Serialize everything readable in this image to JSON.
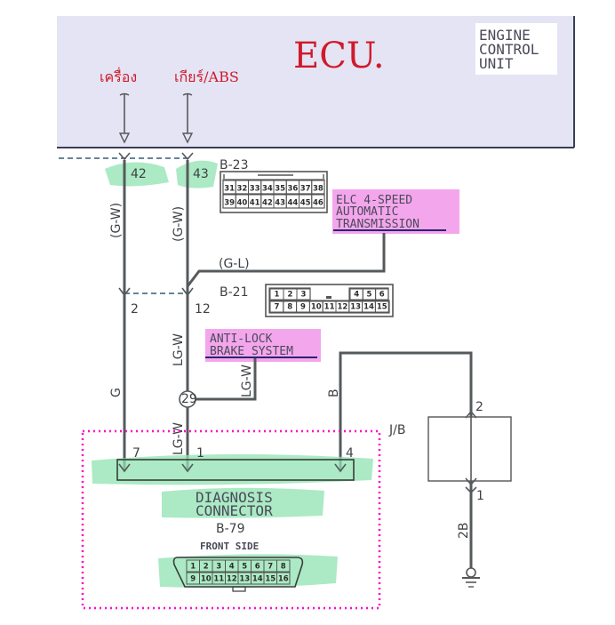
{
  "ecu": {
    "handwritten_title": "ECU.",
    "label_lines": [
      "ENGINE",
      "CONTROL",
      "UNIT"
    ],
    "annotation_left": "เครื่อง",
    "annotation_right": "เกียร์/ABS",
    "fill_color": "#e4e4f4",
    "annotation_color": "#d01a2a"
  },
  "connector_b23": {
    "id": "B-23",
    "row1": [
      "31",
      "32",
      "33",
      "34",
      "35",
      "36",
      "37",
      "38"
    ],
    "row2": [
      "39",
      "40",
      "41",
      "42",
      "43",
      "44",
      "45",
      "46"
    ],
    "pins_used": [
      "42",
      "43"
    ]
  },
  "connector_b21": {
    "id": "B-21",
    "row1_left": [
      "1",
      "2",
      "3"
    ],
    "row1_right": [
      "4",
      "5",
      "6"
    ],
    "row2": [
      "7",
      "8",
      "9",
      "10",
      "11",
      "12",
      "13",
      "14",
      "15"
    ],
    "pins_used": [
      "2",
      "12"
    ]
  },
  "modules": {
    "transmission": [
      "ELC 4-SPEED",
      "AUTOMATIC",
      "TRANSMISSION"
    ],
    "abs": [
      "ANTI-LOCK",
      "BRAKE SYSTEM"
    ],
    "highlight_color": "#f4a6ec"
  },
  "wires": {
    "left_upper": "(G-W)",
    "mid_upper": "(G-W)",
    "branch_transmission": "(G-L)",
    "left_lower": "G",
    "mid_lower": "LG-W",
    "mid_bottom": "LG-W",
    "abs_branch": "LG-W",
    "ground_feed": "B",
    "ground_lead": "2B"
  },
  "junction": {
    "splice_id": "29",
    "jb_label": "J/B",
    "jb_pin_top": "2",
    "jb_pin_bottom": "1"
  },
  "diagnosis_connector": {
    "title_lines": [
      "DIAGNOSIS",
      "CONNECTOR"
    ],
    "id": "B-79",
    "view": "FRONT SIDE",
    "pin_left": "7",
    "pin_mid": "1",
    "pin_right": "4",
    "row1": [
      "1",
      "2",
      "3",
      "4",
      "5",
      "6",
      "7",
      "8"
    ],
    "row2": [
      "9",
      "10",
      "11",
      "12",
      "13",
      "14",
      "15",
      "16"
    ],
    "highlight_color": "#8fe3b0",
    "selection_color": "#ff00cc"
  }
}
